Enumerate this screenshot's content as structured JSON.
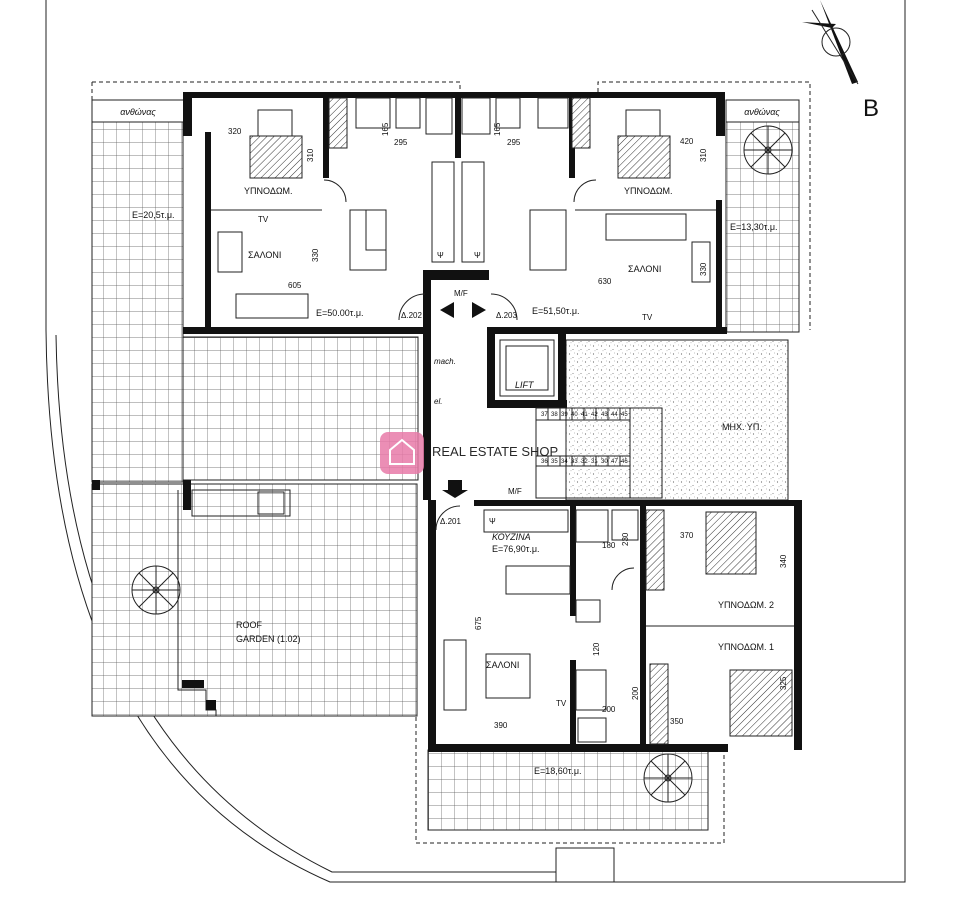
{
  "north_marker": "B",
  "watermark": "REAL ESTATE SHOP",
  "labels": {
    "anthonas_left": "ανθώνας",
    "anthonas_right": "ανθώνας",
    "ypnodom_left": "ΥΠΝΟΔΩΜ.",
    "ypnodom_right": "ΥΠΝΟΔΩΜ.",
    "saloni_left": "ΣΑΛΟΝΙ",
    "saloni_right": "ΣΑΛΟΝΙ",
    "saloni_bottom": "ΣΑΛΟΝΙ",
    "kouzina": "ΚΟΥΖΙΝΑ",
    "ypnodom2": "ΥΠΝΟΔΩΜ. 2",
    "ypnodom1": "ΥΠΝΟΔΩΜ. 1",
    "mech": "ΜΗΧ. ΥΠ.",
    "lift": "LIFT",
    "machine": "mach.",
    "el": "el.",
    "mf_top": "M/F",
    "mf_mid": "M/F",
    "roof_garden_1": "ROOF",
    "roof_garden_2": "GARDEN (1.02)",
    "tv_left": "TV",
    "tv_right": "TV",
    "tv_bottom": "TV",
    "psi_1": "Ψ",
    "psi_2": "Ψ",
    "psi_3": "Ψ",
    "d202": "Δ.202",
    "d203": "Δ.203",
    "d201": "Δ.201"
  },
  "areas": {
    "left_terrace": "E=20,5τ.μ.",
    "right_terrace": "E=13,30τ.μ.",
    "apt_202": "E=50.00τ.μ.",
    "apt_203": "E=51,50τ.μ.",
    "apt_201": "E=76,90τ.μ.",
    "bottom_terrace": "E=18,60τ.μ."
  },
  "dimensions": {
    "d320": "320",
    "d310a": "310",
    "d165a": "165",
    "d295a": "295",
    "d165b": "165",
    "d295b": "295",
    "d420": "420",
    "d310b": "310",
    "d330a": "330",
    "d605": "605",
    "d630": "630",
    "d330b": "330",
    "d370": "370",
    "d340": "340",
    "d180": "180",
    "d230": "230",
    "d675": "675",
    "d120": "120",
    "d200a": "200",
    "d200b": "200",
    "d390": "390",
    "d325": "325",
    "d350": "350"
  },
  "stair_numbers_top": [
    "37",
    "38",
    "39",
    "40",
    "41",
    "42",
    "43",
    "44",
    "45"
  ],
  "stair_numbers_bottom": [
    "36",
    "35",
    "34",
    "33",
    "32",
    "31",
    "30",
    "47",
    "46"
  ]
}
